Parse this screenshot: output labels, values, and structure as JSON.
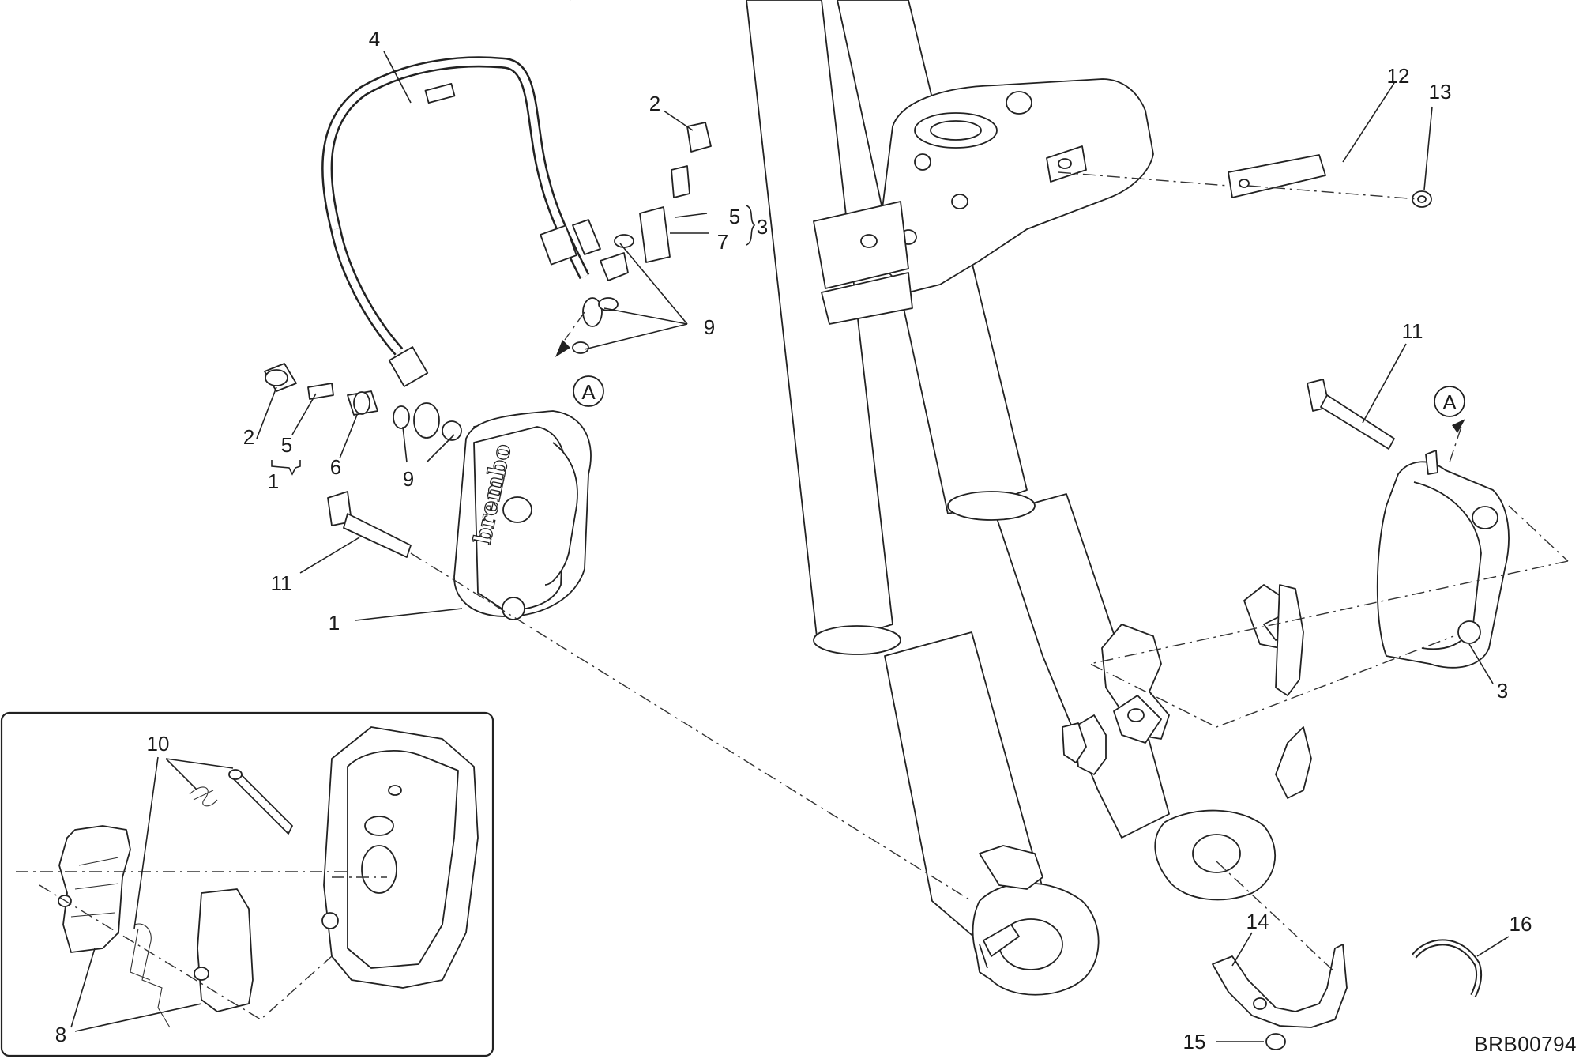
{
  "callouts": {
    "c1": "1",
    "c2a": "2",
    "c2b": "2",
    "c3a": "3",
    "c3b": "3",
    "c4": "4",
    "c5a": "5",
    "c5b": "5",
    "c6": "6",
    "c7": "7",
    "c8": "8",
    "c9a": "9",
    "c9b": "9",
    "c10": "10",
    "c11a": "11",
    "c11b": "11",
    "c12": "12",
    "c13": "13",
    "c14": "14",
    "c15": "15",
    "c16": "16",
    "c1b": "1"
  },
  "view_markers": {
    "a_left": "A",
    "a_right": "A"
  },
  "brand_text": "brembo",
  "drawing_code": "BRB00794"
}
